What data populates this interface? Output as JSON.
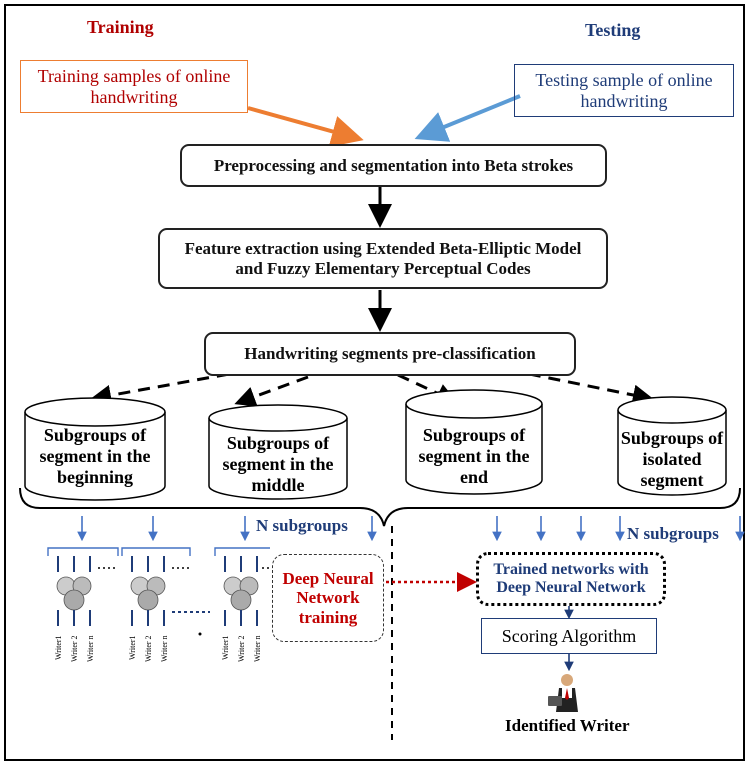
{
  "headers": {
    "training": "Training",
    "testing": "Testing"
  },
  "inputs": {
    "training_samples": "Training samples of online handwriting",
    "testing_sample": "Testing sample of online handwriting"
  },
  "steps": {
    "preprocessing": "Preprocessing and segmentation into Beta strokes",
    "feature_extraction": "Feature extraction using Extended Beta-Elliptic Model and Fuzzy Elementary Perceptual Codes",
    "preclassification": "Handwriting segments pre-classification"
  },
  "subgroups": [
    "Subgroups of segment in the beginning",
    "Subgroups of segment in the middle",
    "Subgroups of segment in the end",
    "Subgroups of isolated segment"
  ],
  "n_subgroups_label": "N subgroups",
  "dnn_training": "Deep Neural Network training",
  "trained_networks": "Trained networks with Deep Neural Network",
  "scoring": "Scoring Algorithm",
  "identified": "Identified Writer",
  "writer_labels": [
    "Writer1",
    "Writer 2",
    "Writer n"
  ],
  "colors": {
    "training_header": "#b00000",
    "testing_header": "#1f3c78",
    "training_arrow": "#ed7d31",
    "testing_arrow": "#5b9bd5",
    "blue_arrow": "#4472c4",
    "dnn_arrow": "#c00000"
  }
}
